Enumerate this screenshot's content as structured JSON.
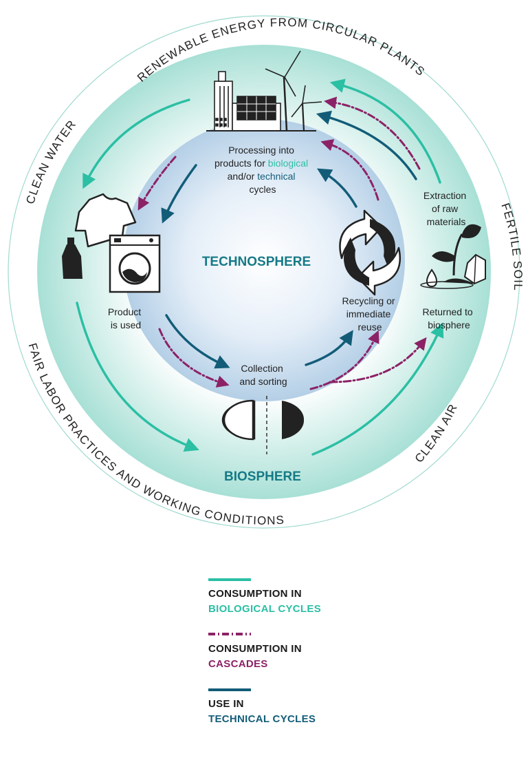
{
  "colors": {
    "biological": "#2bbfa4",
    "cascades": "#8c2266",
    "technical": "#125c78",
    "outer_ring": "#cdeee9",
    "technosphere": "#bcd4e8",
    "label_teal": "#157a86",
    "dark": "#222222"
  },
  "ring_labels": {
    "top": "RENEWABLE ENERGY FROM CIRCULAR PLANTS",
    "left": "CLEAN WATER",
    "right": "FERTILE SOIL",
    "bottom_left": "FAIR LABOR PRACTICES AND WORKING CONDITIONS",
    "bottom_right": "CLEAN AIR"
  },
  "spheres": {
    "technosphere": "TECHNOSPHERE",
    "biosphere": "BIOSPHERE"
  },
  "nodes": {
    "processing": {
      "line1": "Processing into",
      "line2_prefix": "products for ",
      "line2_highlight": "biological",
      "line3_prefix": "and/or ",
      "line3_highlight": "technical",
      "line4": "cycles"
    },
    "extraction": [
      "Extraction",
      "of raw",
      "materials"
    ],
    "product_used": [
      "Product",
      "is used"
    ],
    "recycling": [
      "Recycling or",
      "immediate",
      "reuse"
    ],
    "returned": [
      "Returned to",
      "biosphere"
    ],
    "collection": [
      "Collection",
      "and sorting"
    ]
  },
  "icons": {
    "factory": "factory-solar-wind-icon",
    "shirt": "t-shirt-icon",
    "bottle": "bottle-icon",
    "washer": "washing-machine-icon",
    "recycle": "recycle-arrows-icon",
    "plant": "plant-crystal-water-icon",
    "split": "half-circles-split-icon"
  },
  "legend": [
    {
      "style": "solid",
      "color_key": "biological",
      "line1": "CONSUMPTION IN",
      "line2": "BIOLOGICAL CYCLES"
    },
    {
      "style": "dashdot",
      "color_key": "cascades",
      "line1": "CONSUMPTION IN",
      "line2": "CASCADES"
    },
    {
      "style": "solid",
      "color_key": "technical",
      "line1": "USE IN",
      "line2": "TECHNICAL CYCLES"
    }
  ]
}
